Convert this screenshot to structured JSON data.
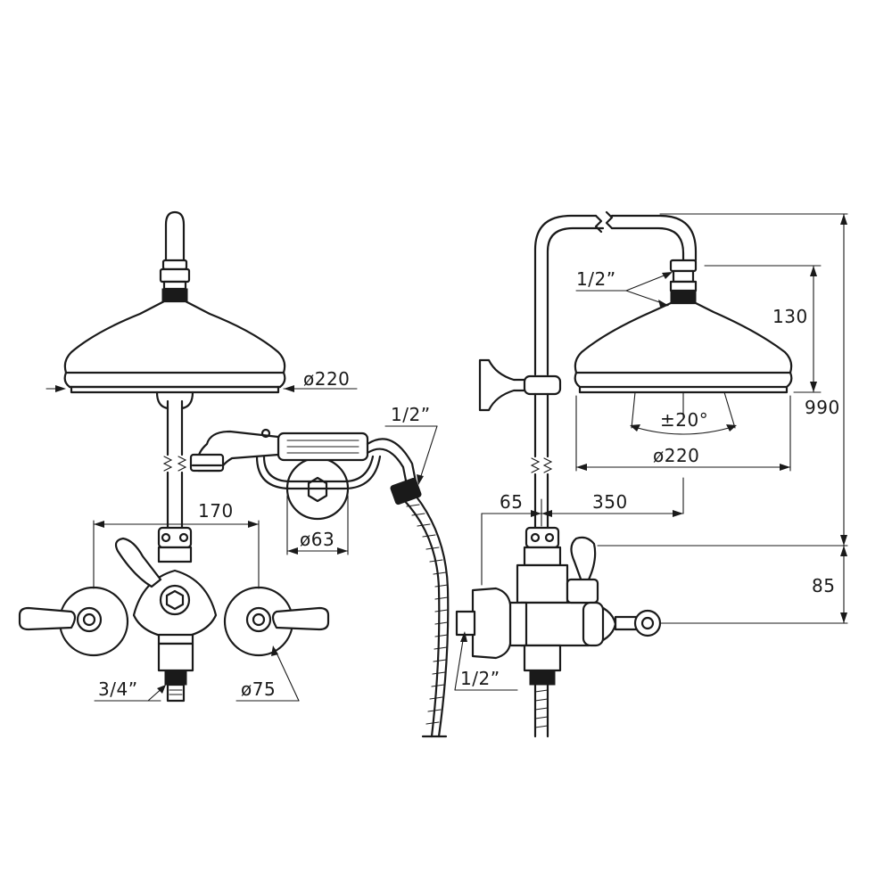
{
  "dimensions": {
    "front_head_diameter": "ø220",
    "front_hose_thread": "1/2”",
    "front_mixer_spacing": "170",
    "front_holder_diameter": "ø63",
    "front_inlet_thread": "3/4”",
    "front_flange_diameter": "ø75",
    "side_head_thread": "1/2”",
    "side_head_height": "130",
    "side_total_height": "990",
    "side_tilt_angle": "±20°",
    "side_head_diameter": "ø220",
    "side_wall_offset": "65",
    "side_arm_length": "350",
    "side_mixer_height": "85",
    "side_inlet_thread": "1/2”"
  },
  "colors": {
    "line": "#1a1a1a",
    "background": "#ffffff"
  }
}
